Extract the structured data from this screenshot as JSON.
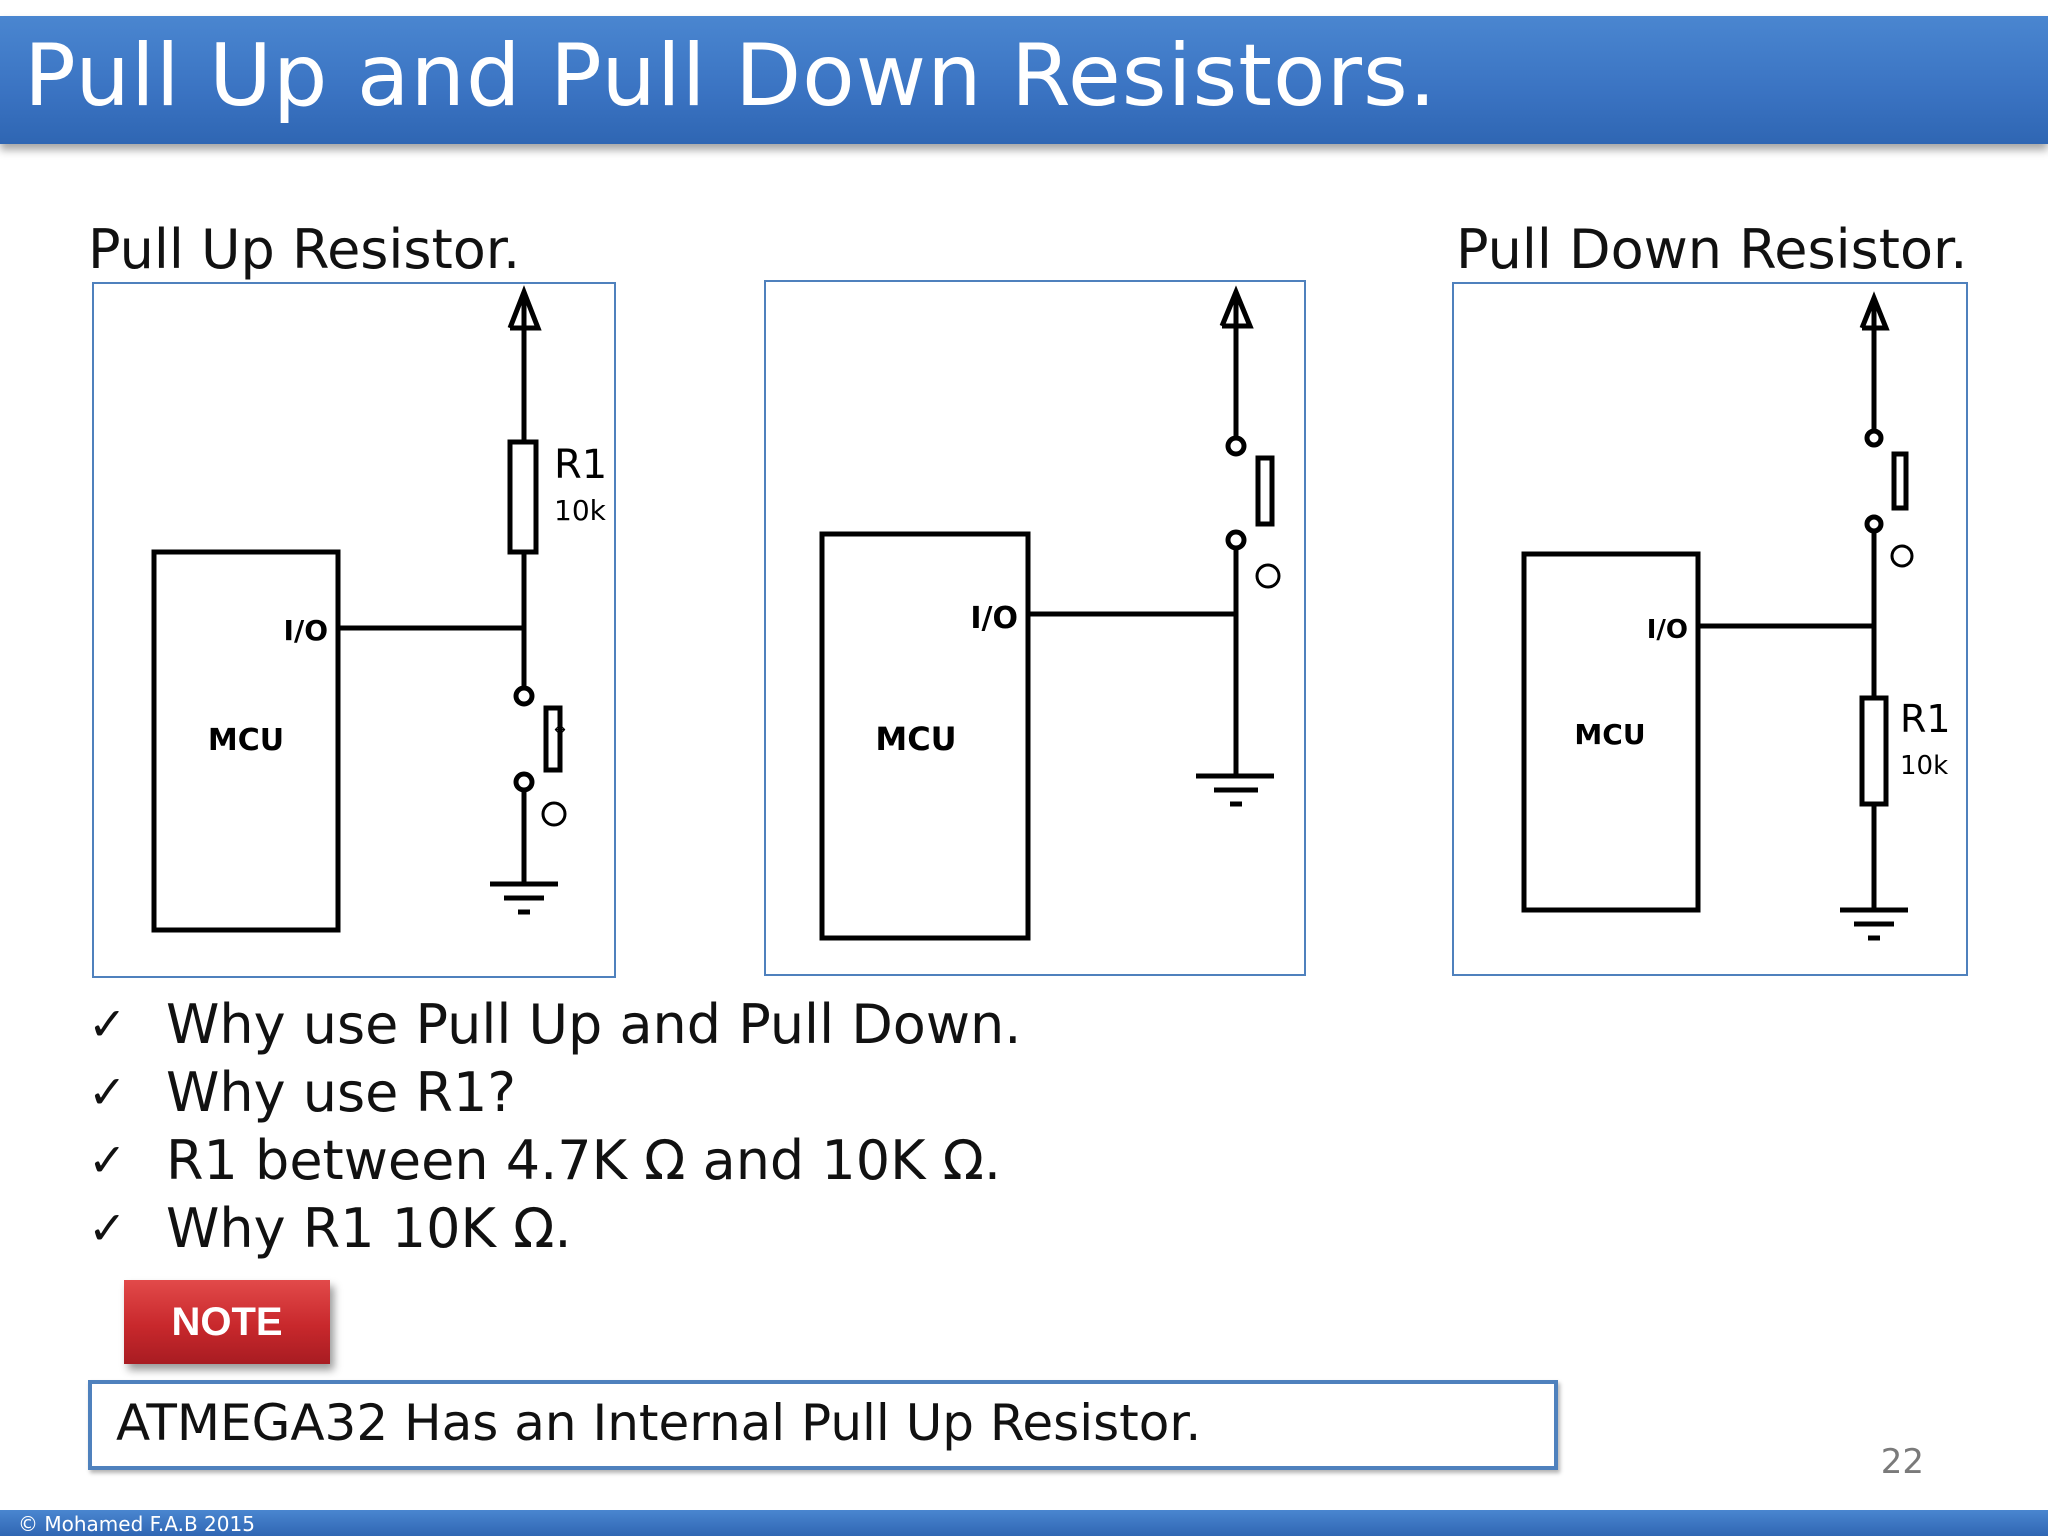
{
  "slide": {
    "title": "Pull Up and Pull Down Resistors.",
    "page_number": "22",
    "copyright": "© Mohamed F.A.B 2015"
  },
  "diagrams": {
    "pull_up_caption": "Pull Up Resistor.",
    "pull_down_caption": "Pull Down Resistor.",
    "mcu_label": "MCU",
    "io_label": "I/O",
    "resistor_name": "R1",
    "resistor_value": "10k"
  },
  "bullets": [
    "Why use Pull Up and Pull Down.",
    "Why use R1?",
    "R1 between 4.7K Ω and 10K Ω.",
    "Why R1 10K Ω."
  ],
  "check_glyph": "✓",
  "note": {
    "badge": "NOTE",
    "text": "ATMEGA32 Has an Internal Pull Up Resistor."
  },
  "colors": {
    "title_bar": "#3a73c2",
    "panel_border": "#4f81bd",
    "note_badge": "#c8282c"
  }
}
